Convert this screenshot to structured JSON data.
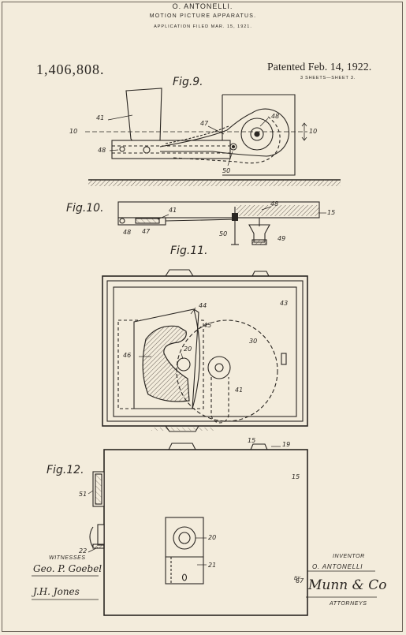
{
  "header": {
    "inventor_name": "O. ANTONELLI.",
    "title": "MOTION PICTURE APPARATUS.",
    "filed": "APPLICATION FILED MAR. 15, 1921.",
    "patent_number": "1,406,808.",
    "patented": "Patented Feb. 14, 1922.",
    "sheets": "3 SHEETS—SHEET 3."
  },
  "figures": {
    "fig9": "Fig.9.",
    "fig10": "Fig.10.",
    "fig11": "Fig.11.",
    "fig12": "Fig.12."
  },
  "fig9_refs": {
    "r10a": "10",
    "r10b": "10",
    "r41": "41",
    "r47": "47",
    "r48a": "48",
    "r48b": "48",
    "r50": "50"
  },
  "fig10_refs": {
    "r41": "41",
    "r48a": "48",
    "r47": "47",
    "r48b": "48",
    "r15": "15",
    "r50": "50",
    "r49": "49"
  },
  "fig11_refs": {
    "r44": "44",
    "r43": "43",
    "r45": "45",
    "r20": "20",
    "r30": "30",
    "r46": "46",
    "r41": "41"
  },
  "fig12_refs": {
    "r15a": "15",
    "r19": "19",
    "r15b": "15",
    "r51": "51",
    "r20": "20",
    "r22": "22",
    "r21": "21",
    "r67": "67"
  },
  "signatures": {
    "witnesses_label": "WITNESSES",
    "witness1": "Geo. P. Goebel",
    "witness2": "J.H. Jones",
    "inventor_label": "INVENTOR",
    "inventor_signature": "O. ANTONELLI",
    "by_label": "BY",
    "attorney_signature": "Munn & Co",
    "attorneys_label": "ATTORNEYS"
  },
  "colors": {
    "paper": "#f3ecdc",
    "ink": "#2a2622",
    "hatch": "#5a524a"
  }
}
